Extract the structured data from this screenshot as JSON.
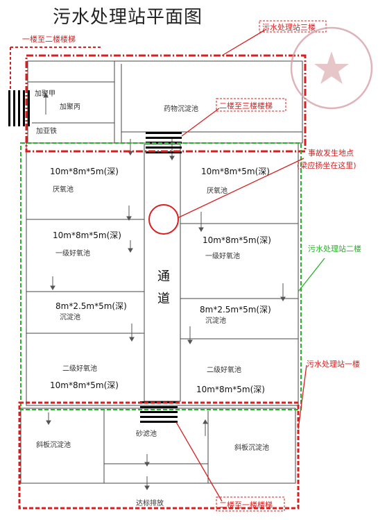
{
  "title": "污水处理站平面图",
  "callouts": {
    "stair_1_2": "一楼至二楼楼梯",
    "floor3": "污水处理站三楼",
    "stair_2_3": "二楼至三楼楼梯",
    "accident_line1": "事故发生地点",
    "accident_line2": "(梁应扬坐在这里)",
    "floor2": "污水处理站二楼",
    "floor1": "污水处理站一楼",
    "stair_2_1": "二楼至一楼楼梯"
  },
  "top_floor": {
    "pac_a": "加聚甲",
    "pac_b": "加聚丙",
    "pac_c": "加亚铁",
    "dosing_sedimentation": "药物沉淀池"
  },
  "second_floor": {
    "corridor": [
      "通",
      "道"
    ],
    "left": [
      {
        "dim": "10m*8m*5m(深)",
        "name": "厌氧池"
      },
      {
        "dim": "10m*8m*5m(深)",
        "name": "一级好氧池"
      },
      {
        "dim": "8m*2.5m*5m(深)",
        "name": "沉淀池"
      },
      {
        "dim": "10m*8m*5m(深)",
        "name": "二级好氧池"
      }
    ],
    "right": [
      {
        "dim": "10m*8m*5m(深)",
        "name": "厌氧池"
      },
      {
        "dim": "10m*8m*5m(深)",
        "name": "一级好氧池"
      },
      {
        "dim": "8m*2.5m*5m(深)",
        "name": "沉淀池"
      },
      {
        "dim": "10m*8m*5m(深)",
        "name": "二级好氧池"
      }
    ]
  },
  "first_floor": {
    "left_tank": "斜板沉淀池",
    "sand_filter": "砂滤池",
    "right_tank": "斜板沉淀池",
    "discharge": "达标排放"
  },
  "colors": {
    "red": "#d81e1e",
    "green": "#27b12a",
    "stamp": "#d6a0a8",
    "line": "#444444"
  }
}
